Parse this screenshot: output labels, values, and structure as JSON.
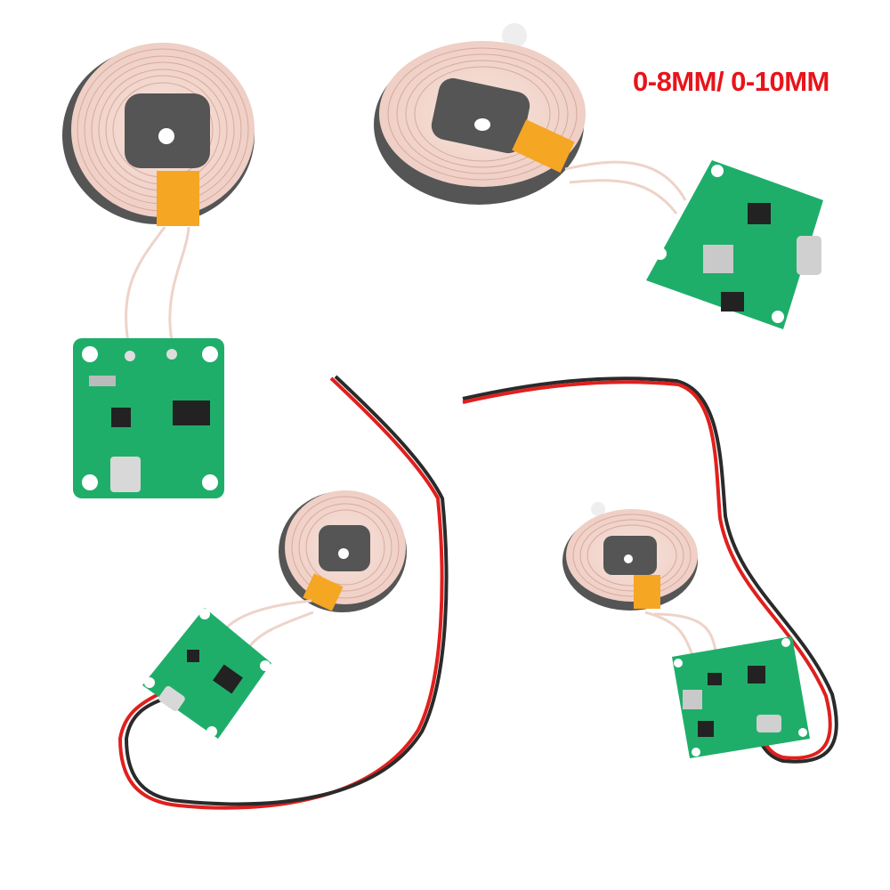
{
  "image": {
    "caption": "0-8MM/ 0-10MM",
    "caption_color": "#e8141a",
    "background": "#ffffff"
  },
  "products": [
    {
      "id": "kit-top-left",
      "parts": [
        "receiver-coil",
        "coil-leads",
        "pcb-module"
      ],
      "view": "front"
    },
    {
      "id": "kit-top-right",
      "parts": [
        "receiver-coil",
        "coil-leads",
        "pcb-module"
      ],
      "view": "angled"
    },
    {
      "id": "kit-bottom-left",
      "parts": [
        "receiver-coil",
        "coil-leads",
        "pcb-module",
        "red-black-wire"
      ],
      "view": "angled"
    },
    {
      "id": "kit-bottom-right",
      "parts": [
        "receiver-coil",
        "coil-leads",
        "pcb-module",
        "red-black-wire"
      ],
      "view": "angled"
    }
  ],
  "colors": {
    "coil_copper": "#f3dcd4",
    "coil_line": "#d9aaa0",
    "ferrite": "#5a5a5a",
    "tape": "#f5a623",
    "pcb": "#1fae6a",
    "wire_red": "#e0201e",
    "wire_black": "#2a2a2a"
  }
}
